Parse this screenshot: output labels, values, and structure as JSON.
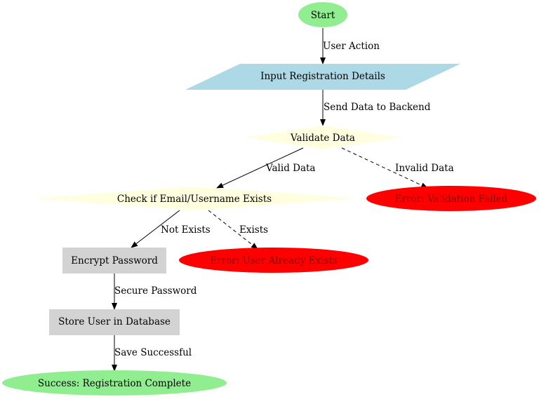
{
  "colors": {
    "terminal_fill": "#90ee90",
    "io_fill": "#add8e6",
    "decision_fill": "#ffffe0",
    "error_fill": "#ff0000",
    "error_text": "#8b0000",
    "process_fill": "#d3d3d3",
    "edge_stroke": "#000000"
  },
  "nodes": {
    "start": "Start",
    "input": "Input Registration Details",
    "validate": "Validate Data",
    "check": "Check if Email/Username Exists",
    "validation_error": "Error: Validation Failed",
    "encrypt": "Encrypt Password",
    "exists_error": "Error: User Already Exists",
    "store": "Store User in Database",
    "success": "Success: Registration Complete"
  },
  "edges": {
    "user_action": "User Action",
    "send_data": "Send Data to Backend",
    "valid_data": "Valid Data",
    "invalid_data": "Invalid Data",
    "not_exists": "Not Exists",
    "exists": "Exists",
    "secure_password": "Secure Password",
    "save_successful": "Save Successful"
  }
}
